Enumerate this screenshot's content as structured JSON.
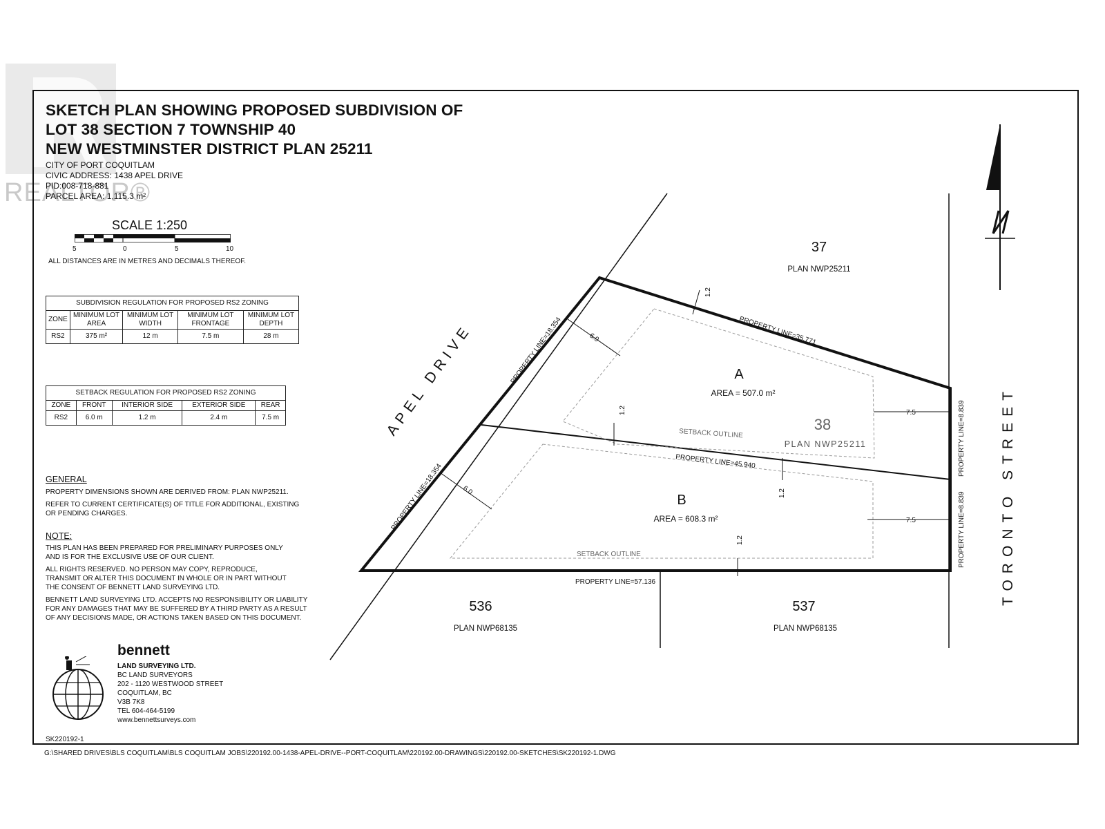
{
  "title": {
    "line1": "SKETCH PLAN SHOWING PROPOSED SUBDIVISION OF",
    "line2": "LOT 38 SECTION 7 TOWNSHIP 40",
    "line3": "NEW WESTMINSTER DISTRICT PLAN 25211"
  },
  "info": {
    "city": "CITY OF PORT COQUITLAM",
    "civic": "CIVIC ADDRESS: 1438 APEL DRIVE",
    "pid": "PID:008-718-881",
    "parcel_area": "PARCEL AREA: 1,115.3 m²"
  },
  "watermark": {
    "text": "REALTOR®"
  },
  "scale": {
    "title": "SCALE  1:250",
    "ticks": [
      "5",
      "0",
      "5",
      "10"
    ],
    "note": "ALL DISTANCES ARE IN METRES AND DECIMALS THEREOF."
  },
  "subdivision_table": {
    "caption": "SUBDIVISION REGULATION FOR PROPOSED RS2 ZONING",
    "headers": [
      "ZONE",
      "MINIMUM LOT AREA",
      "MINIMUM LOT WIDTH",
      "MINIMUM LOT FRONTAGE",
      "MINIMUM LOT DEPTH"
    ],
    "row": [
      "RS2",
      "375 m²",
      "12 m",
      "7.5 m",
      "28 m"
    ]
  },
  "setback_table": {
    "caption": "SETBACK REGULATION FOR PROPOSED RS2 ZONING",
    "headers": [
      "ZONE",
      "FRONT",
      "INTERIOR SIDE",
      "EXTERIOR SIDE",
      "REAR"
    ],
    "row": [
      "RS2",
      "6.0 m",
      "1.2 m",
      "2.4 m",
      "7.5 m"
    ]
  },
  "general": {
    "heading": "GENERAL",
    "p1": "PROPERTY DIMENSIONS SHOWN ARE DERIVED FROM: PLAN NWP25211.",
    "p2a": "REFER TO CURRENT CERTIFICATE(S) OF TITLE FOR ADDITIONAL, EXISTING",
    "p2b": "OR PENDING CHARGES."
  },
  "note": {
    "heading": "NOTE:",
    "l1": "THIS PLAN HAS BEEN PREPARED FOR PRELIMINARY PURPOSES ONLY",
    "l2": "AND IS FOR THE EXCLUSIVE USE OF OUR CLIENT.",
    "l3": "ALL RIGHTS RESERVED. NO PERSON MAY COPY, REPRODUCE,",
    "l4": "TRANSMIT OR ALTER THIS DOCUMENT IN WHOLE OR IN PART WITHOUT",
    "l5": "THE CONSENT OF BENNETT LAND SURVEYING LTD.",
    "l6": "BENNETT LAND SURVEYING LTD. ACCEPTS NO RESPONSIBILITY OR LIABILITY",
    "l7": "FOR ANY DAMAGES THAT MAY BE SUFFERED BY A THIRD PARTY AS A RESULT",
    "l8": "OF ANY DECISIONS MADE, OR ACTIONS TAKEN BASED ON THIS DOCUMENT."
  },
  "firm": {
    "logo_name": "bennett",
    "name": "LAND SURVEYING LTD.",
    "l1": "BC LAND SURVEYORS",
    "l2": "202 - 1120 WESTWOOD STREET",
    "l3": "COQUITLAM, BC",
    "l4": "V3B 7K8",
    "l5": "TEL 604-464-5199",
    "l6": "www.bennettsurveys.com"
  },
  "sketch_no": "SK220192-1",
  "file_path": "G:\\SHARED DRIVES\\BLS COQUITLAM\\BLS COQUITLAM JOBS\\220192.00-1438-APEL-DRIVE--PORT-COQUITLAM\\220192.00-DRAWINGS\\220192.00-SKETCHES\\SK220192-1.DWG",
  "plan": {
    "street_west": "APEL DRIVE",
    "street_east": "TORONTO STREET",
    "lot_37": "37",
    "plan_37": "PLAN NWP25211",
    "lot_536": "536",
    "plan_536": "PLAN NWP68135",
    "lot_537": "537",
    "plan_537": "PLAN NWP68135",
    "lot_38": "38",
    "plan_38": "PLAN NWP25211",
    "lot_a": "A",
    "area_a": "AREA = 507.0 m²",
    "lot_b": "B",
    "area_b": "AREA = 608.3 m²",
    "pl_north": "PROPERTY LINE=35.771",
    "pl_mid": "PROPERTY LINE=45.940",
    "pl_south": "PROPERTY LINE=57.136",
    "pl_west_a": "PROPERTY LINE=18.354",
    "pl_west_b": "PROPERTY LINE=18.354",
    "pl_east_a": "PROPERTY LINE=8.839",
    "pl_east_b": "PROPERTY LINE=8.839",
    "setback_a": "SETBACK OUTLINE",
    "setback_b": "SETBACK OUTLINE",
    "dim_6_a": "6.0",
    "dim_6_b": "6.0",
    "dim_12_a_top": "1.2",
    "dim_12_a_bot": "1.2",
    "dim_12_b_top": "1.2",
    "dim_12_b_bot": "1.2",
    "dim_75_a": "7.5",
    "dim_75_b": "7.5"
  }
}
